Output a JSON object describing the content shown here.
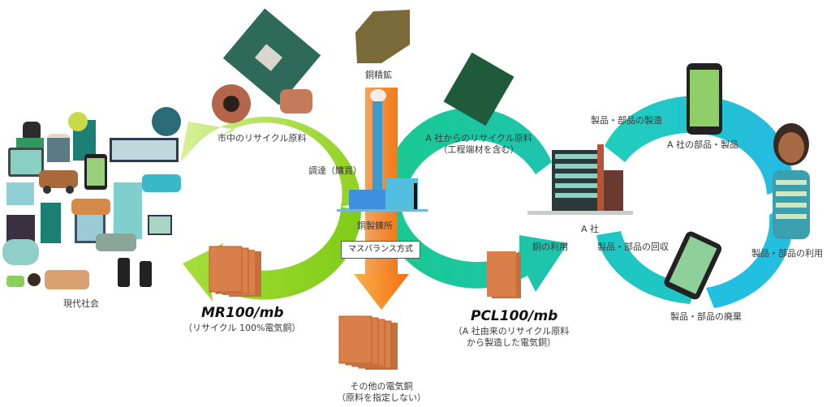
{
  "diagram": {
    "society_label": "現代社会",
    "market_recycle_label": "市中のリサイクル原料",
    "procurement_label": "調達（購買）",
    "ore_label": "銅精鉱",
    "smelter_label": "銅製錬所",
    "mass_balance_label": "マスバランス方式",
    "company_recycle_label_line1": "A 社からのリサイクル原料",
    "company_recycle_label_line2": "（工程端材を含む）",
    "company_label": "A 社",
    "copper_use_label": "銅の利用",
    "mr_product": {
      "name": "MR100/mb",
      "description": "（リサイクル 100%電気銅）"
    },
    "pcl_product": {
      "name": "PCL100/mb",
      "description_line1": "（A 社由来のリサイクル原料",
      "description_line2": "から製造した電気銅）"
    },
    "other_copper": {
      "line1": "その他の電気銅",
      "line2": "（原料を指定しない）"
    },
    "cycle": {
      "manufacturing_label": "製品・部品の製造",
      "product_label": "A 社の部品・製品",
      "usage_label": "製品・部品の利用",
      "disposal_label": "製品・部品の廃棄",
      "collection_label": "製品・部品の回収"
    },
    "colors": {
      "left_loop": "#9ed52a",
      "middle_loop": "#1fc79a",
      "right_loop": "#22bfe0",
      "center_flow": "#f07c22",
      "copper_plate": "#d9804a"
    }
  }
}
